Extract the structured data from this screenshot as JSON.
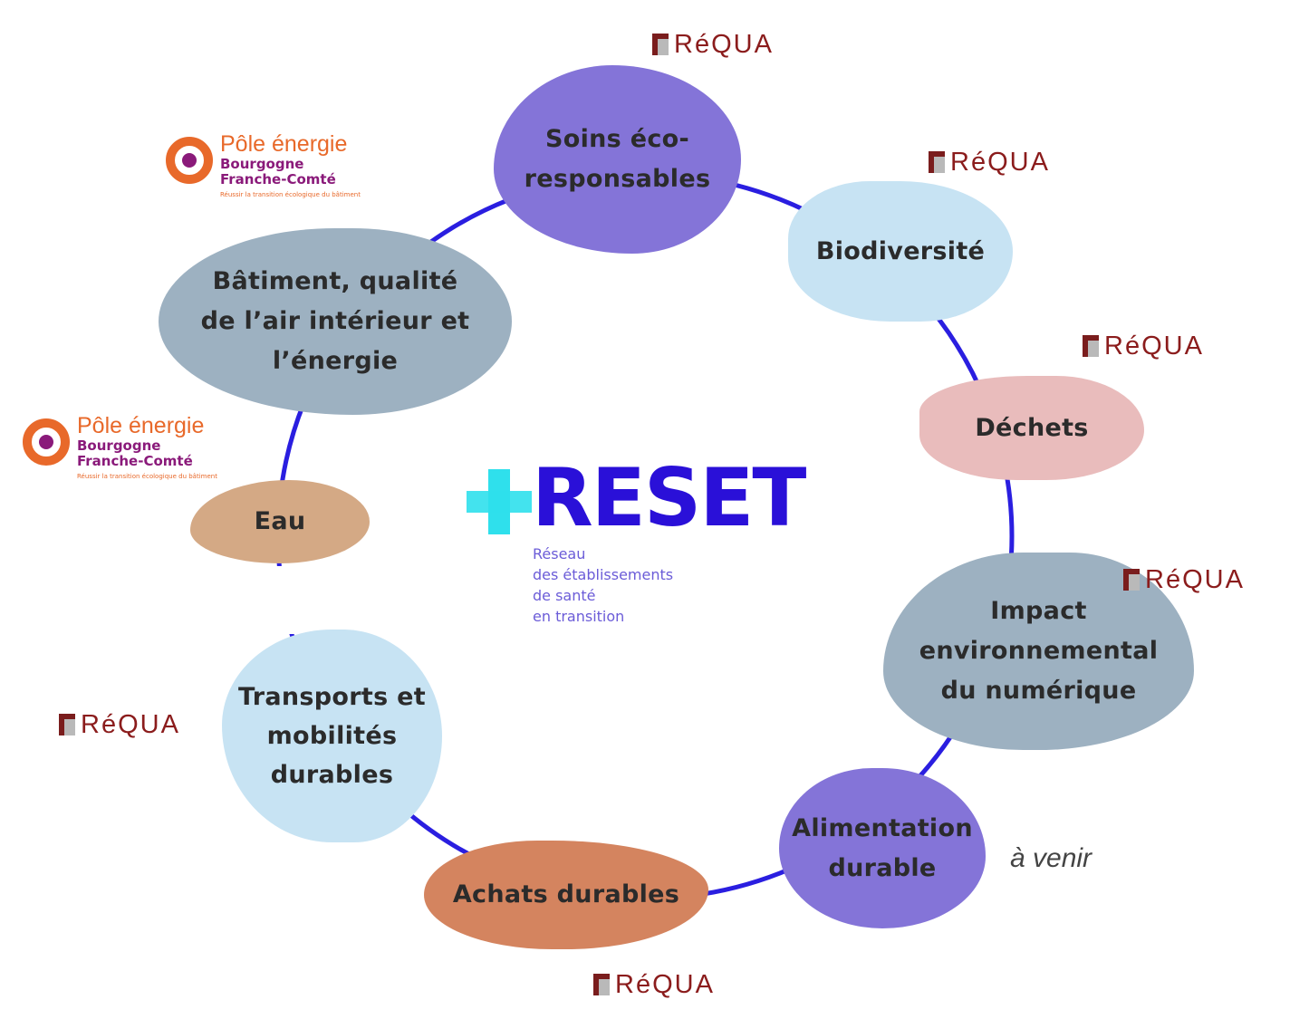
{
  "topics": [
    {
      "label": "Soins éco-responsables",
      "color": "#8474d8"
    },
    {
      "label": "Biodiversité",
      "color": "#c7e3f3"
    },
    {
      "label": "Déchets",
      "color": "#e9bcbc"
    },
    {
      "label": "Impact environnemental du numérique",
      "color": "#9db1c1"
    },
    {
      "label": "Alimentation durable",
      "color": "#8474d8"
    },
    {
      "label": "Achats durables",
      "color": "#d4845f"
    },
    {
      "label": "Transports et mobilités durables",
      "color": "#c7e3f3"
    },
    {
      "label": "Eau",
      "color": "#d4a985"
    },
    {
      "label": "Bâtiment, qualité de l’air intérieur et l’énergie",
      "color": "#9db1c1"
    }
  ],
  "center_logo": {
    "name": "RESET",
    "subtitle": [
      "Réseau",
      "des établissements",
      "de santé",
      "en transition"
    ]
  },
  "partner_requa": "RéQUA",
  "partner_pole": {
    "line1": "Pôle énergie",
    "line2": "Bourgogne",
    "line3": "Franche-Comté",
    "tagline": "Réussir la transition écologique du bâtiment"
  },
  "note": "à venir",
  "colors": {
    "ring": "#2a1ee0",
    "accent": "#2a10d8",
    "cyan": "#2fe0ec"
  }
}
